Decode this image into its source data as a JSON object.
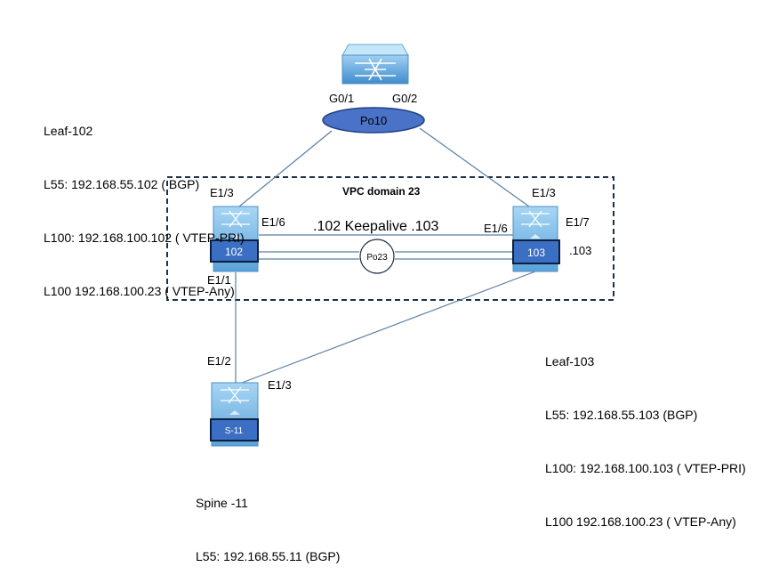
{
  "fabric_interconnect": {
    "port_left": "G0/1",
    "port_right": "G0/2",
    "portchannel": "Po10"
  },
  "vpc": {
    "domain_label": "VPC domain 23",
    "keepalive_label": ".102 Keepalive .103",
    "peerlink": "Po23"
  },
  "leaf102": {
    "badge": "102",
    "port_uplink": "E1/3",
    "port_keepalive": "E1/6",
    "port_spine": "E1/1",
    "info": [
      "Leaf-102",
      "L55: 192.168.55.102 ( BGP)",
      "L100: 192.168.100.102 ( VTEP-PRI)",
      "L100 192.168.100.23 ( VTEP-Any)"
    ]
  },
  "leaf103": {
    "badge": "103",
    "port_uplink": "E1/3",
    "port_keepalive": "E1/6",
    "port_extra": "E1/7",
    "ip_suffix": ".103",
    "info": [
      "Leaf-103",
      "L55: 192.168.55.103 (BGP)",
      "L100: 192.168.100.103 ( VTEP-PRI)",
      "L100 192.168.100.23 ( VTEP-Any)"
    ]
  },
  "spine11": {
    "badge": "S-11",
    "port_to_102": "E1/2",
    "port_to_103": "E1/3",
    "info": [
      "Spine -11",
      "L55: 192.168.55.11 (BGP)"
    ]
  },
  "colors": {
    "device_light": "#8ec8ee",
    "device_dark": "#3c86c8",
    "badge_fill": "#3b6fc4",
    "badge_border": "#0d1f3c",
    "ellipse_fill": "#4a72c6",
    "ellipse_border": "#1f3f88",
    "link": "#5b7fa6"
  }
}
